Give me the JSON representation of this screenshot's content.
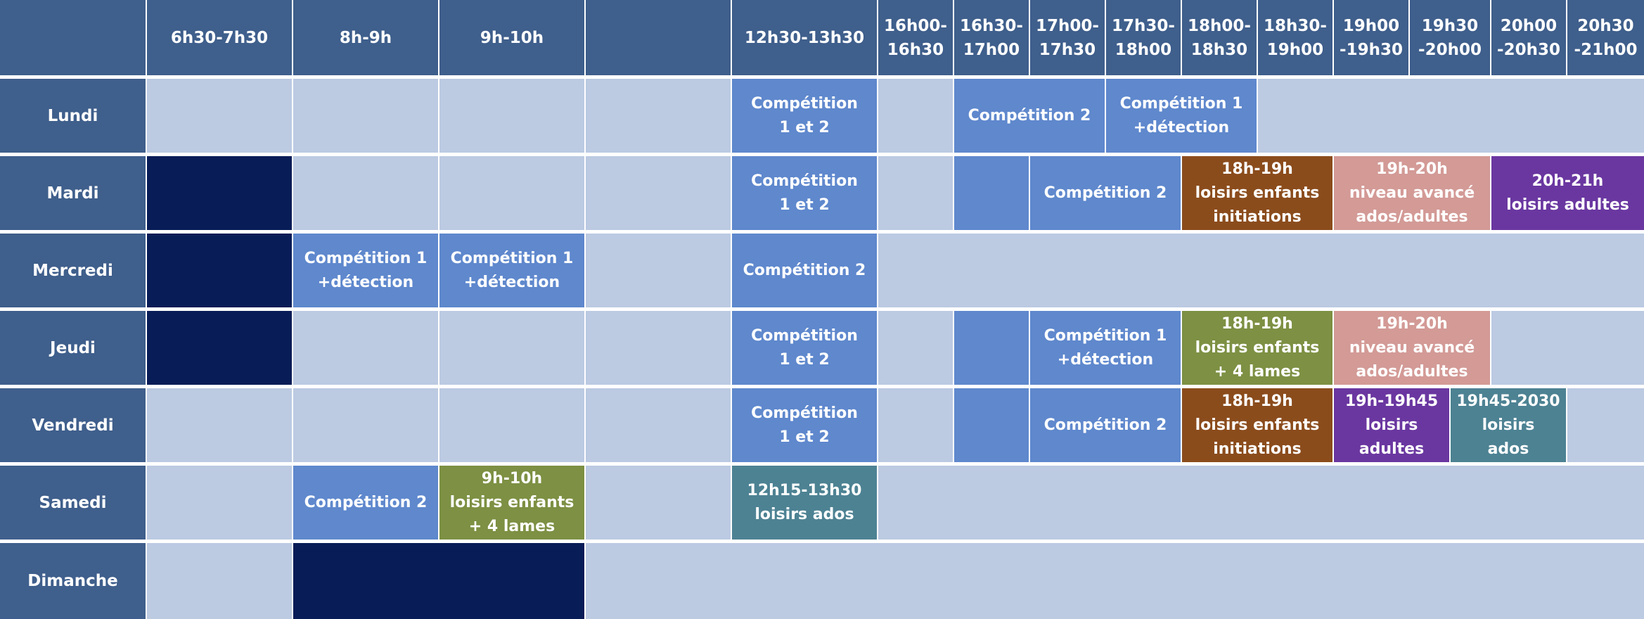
{
  "header": {
    "corner": "",
    "slots": [
      "6h30-7h30",
      "8h-9h",
      "9h-10h",
      "",
      "12h30-13h30",
      "16h00-\n16h30",
      "16h30-\n17h00",
      "17h00-\n17h30",
      "17h30-\n18h00",
      "18h00-\n18h30",
      "18h30-\n19h00",
      "19h00\n-19h30",
      "19h30\n-20h00",
      "20h00\n-20h30",
      "20h30\n-21h00"
    ]
  },
  "days": [
    {
      "name": "Lundi",
      "blocks": [
        {
          "type": "libre",
          "text": ""
        },
        {
          "type": "libre",
          "text": ""
        },
        {
          "type": "libre",
          "text": ""
        },
        {
          "type": "libre",
          "text": ""
        },
        {
          "type": "comp",
          "text": "Compétition\n1 et 2"
        },
        {
          "type": "libre",
          "text": ""
        },
        {
          "type": "comp",
          "text": "Compétition 2"
        },
        {
          "type": "comp",
          "text": "Compétition 1\n+détection"
        },
        {
          "type": "libre",
          "text": ""
        }
      ]
    },
    {
      "name": "Mardi",
      "blocks": [
        {
          "type": "ferme",
          "text": ""
        },
        {
          "type": "libre",
          "text": ""
        },
        {
          "type": "libre",
          "text": ""
        },
        {
          "type": "libre",
          "text": ""
        },
        {
          "type": "comp",
          "text": "Compétition\n1 et 2"
        },
        {
          "type": "libre",
          "text": ""
        },
        {
          "type": "comp",
          "text": ""
        },
        {
          "type": "comp",
          "text": "Compétition 2"
        },
        {
          "type": "orange",
          "text": "18h-19h\nloisirs enfants\ninitiations"
        },
        {
          "type": "rose",
          "text": "19h-20h\nniveau avancé\nados/adultes"
        },
        {
          "type": "violet",
          "text": "20h-21h\nloisirs adultes"
        }
      ]
    },
    {
      "name": "Mercredi",
      "blocks": [
        {
          "type": "ferme",
          "text": ""
        },
        {
          "type": "comp",
          "text": "Compétition 1\n+détection"
        },
        {
          "type": "comp",
          "text": "Compétition 1\n+détection"
        },
        {
          "type": "libre",
          "text": ""
        },
        {
          "type": "comp",
          "text": "Compétition 2"
        },
        {
          "type": "libre",
          "text": ""
        }
      ]
    },
    {
      "name": "Jeudi",
      "blocks": [
        {
          "type": "ferme",
          "text": ""
        },
        {
          "type": "libre",
          "text": ""
        },
        {
          "type": "libre",
          "text": ""
        },
        {
          "type": "libre",
          "text": ""
        },
        {
          "type": "comp",
          "text": "Compétition\n1 et 2"
        },
        {
          "type": "libre",
          "text": ""
        },
        {
          "type": "comp",
          "text": ""
        },
        {
          "type": "comp",
          "text": "Compétition 1\n+détection"
        },
        {
          "type": "olive",
          "text": "18h-19h\nloisirs enfants\n+ 4 lames"
        },
        {
          "type": "rose",
          "text": "19h-20h\nniveau avancé\nados/adultes"
        },
        {
          "type": "libre",
          "text": ""
        }
      ]
    },
    {
      "name": "Vendredi",
      "blocks": [
        {
          "type": "libre",
          "text": ""
        },
        {
          "type": "libre",
          "text": ""
        },
        {
          "type": "libre",
          "text": ""
        },
        {
          "type": "libre",
          "text": ""
        },
        {
          "type": "comp",
          "text": "Compétition\n1 et 2"
        },
        {
          "type": "libre",
          "text": ""
        },
        {
          "type": "comp",
          "text": ""
        },
        {
          "type": "comp",
          "text": "Compétition 2"
        },
        {
          "type": "orange",
          "text": "18h-19h\nloisirs enfants\ninitiations"
        },
        {
          "type": "violet",
          "text": "19h-19h45\nloisirs adultes"
        },
        {
          "type": "teal",
          "text": "19h45-2030\nloisirs\nados"
        },
        {
          "type": "libre",
          "text": ""
        }
      ]
    },
    {
      "name": "Samedi",
      "blocks": [
        {
          "type": "libre",
          "text": ""
        },
        {
          "type": "comp",
          "text": "Compétition 2"
        },
        {
          "type": "olive",
          "text": "9h-10h\nloisirs enfants\n+ 4 lames"
        },
        {
          "type": "libre",
          "text": ""
        },
        {
          "type": "teal",
          "text": "12h15-13h30\nloisirs ados"
        },
        {
          "type": "libre",
          "text": ""
        }
      ]
    },
    {
      "name": "Dimanche",
      "blocks": [
        {
          "type": "libre",
          "text": ""
        },
        {
          "type": "ferme",
          "text": ""
        },
        {
          "type": "libre",
          "text": ""
        }
      ]
    }
  ]
}
